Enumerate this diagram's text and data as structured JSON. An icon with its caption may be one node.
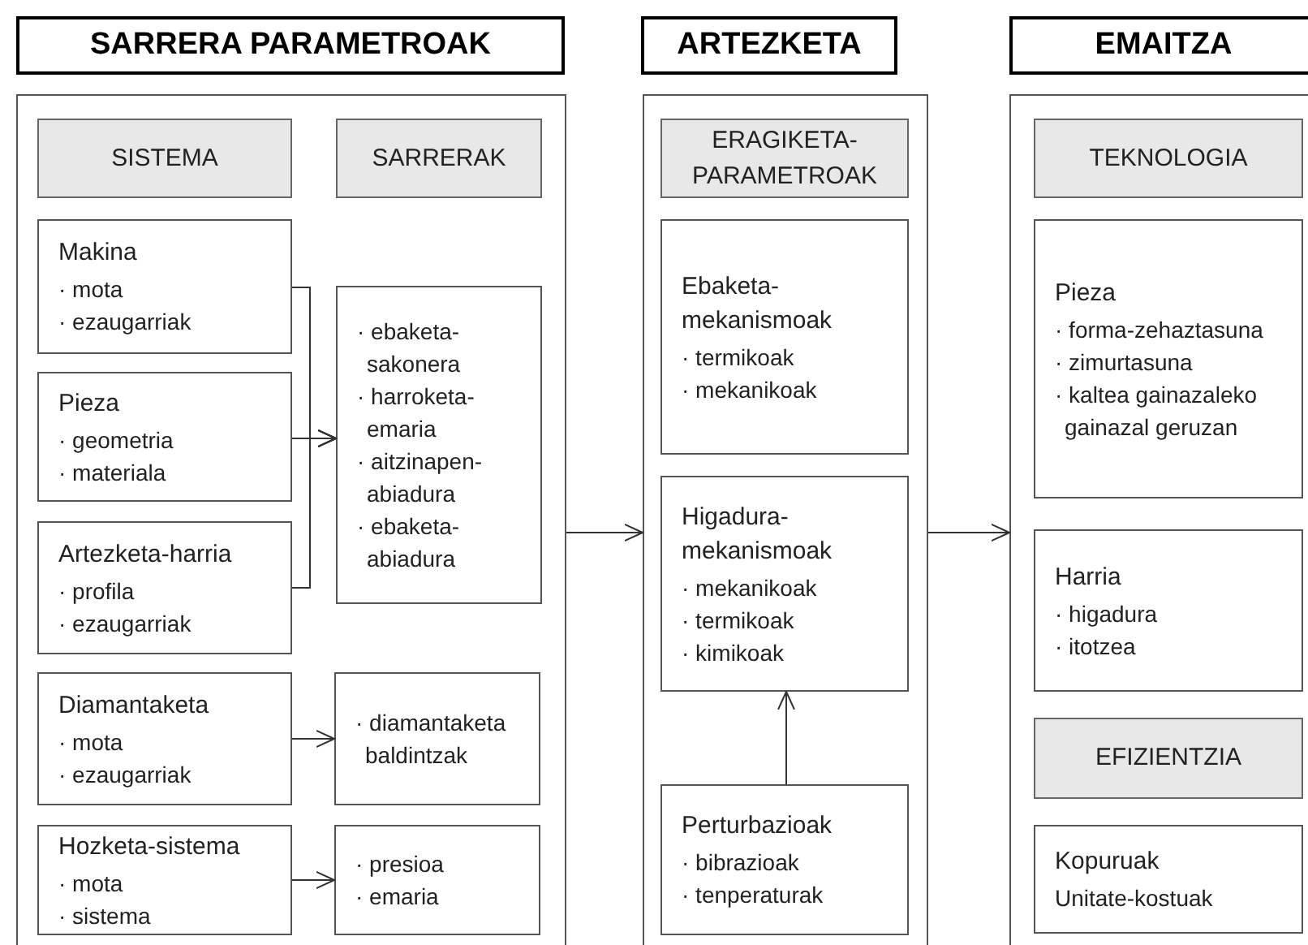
{
  "diagram": {
    "nodes": [
      {
        "text": [
          "SARRERA PARAMETROAK"
        ]
      },
      {
        "text": [],
        "shape": "box"
      },
      {
        "text": [
          "SISTEMA"
        ],
        "in": 1
      },
      {
        "text": [
          "SARRERAK"
        ],
        "in": 1
      },
      {
        "text": [
          "Makina",
          "· mota",
          "· ezaugarriak"
        ],
        "in": 1
      },
      {
        "text": [
          "Pieza",
          "· geometria",
          "· materiala"
        ],
        "in": 1
      },
      {
        "text": [
          "Artezketa-harria",
          "· profila",
          "· ezaugarriak"
        ],
        "in": 1
      },
      {
        "text": [
          "· ebaketa-sakonera",
          "· harroketa-emaria",
          "· aitzinapen-abiadura",
          "· ebaketa-abiadura"
        ],
        "in": 1
      },
      {
        "text": [
          "Diamantaketa",
          "· mota",
          "· ezaugarriak"
        ],
        "in": 1
      },
      {
        "text": [
          "· diamantaketa baldintzak"
        ],
        "in": 1
      },
      {
        "text": [
          "Hozketa-sistema",
          "· mota",
          "· sistema"
        ],
        "in": 1
      },
      {
        "text": [
          "· presioa",
          "· emaria"
        ],
        "in": 1
      },
      {
        "text": [
          "ARTEZKETA"
        ]
      },
      {
        "text": [],
        "shape": "box"
      },
      {
        "text": [
          "ERAGIKETA-PARAMETROAK"
        ],
        "in": 13
      },
      {
        "text": [
          "Ebaketa-mekanismoak",
          "· termikoak",
          "· mekanikoak"
        ],
        "in": 13
      },
      {
        "text": [
          "Higadura-mekanismoak",
          "· mekanikoak",
          "· termikoak",
          "· kimikoak"
        ],
        "in": 13
      },
      {
        "text": [
          "Perturbazioak",
          "· bibrazioak",
          "· tenperaturak"
        ],
        "in": 13
      },
      {
        "text": [
          "EMAITZA"
        ]
      },
      {
        "text": [],
        "shape": "box"
      },
      {
        "text": [
          "TEKNOLOGIA"
        ],
        "in": 19
      },
      {
        "text": [
          "Pieza",
          "· forma-zehaztasuna",
          "· zimurtasuna",
          "· kaltea gainazaleko gainazal geruzan"
        ],
        "in": 19
      },
      {
        "text": [
          "Harria",
          "· higadura",
          "· itotzea"
        ],
        "in": 19
      },
      {
        "text": [
          "EFIZIENTZIA"
        ],
        "in": 19
      },
      {
        "text": [
          "Kopuruak",
          "Unitate-kostuak"
        ],
        "in": 19
      }
    ],
    "edges": [
      {
        "from": 4,
        "to": 7,
        "arrow": "to"
      },
      {
        "from": 5,
        "to": 7,
        "arrow": "to"
      },
      {
        "from": 6,
        "to": 7,
        "arrow": "to"
      },
      {
        "from": 8,
        "to": 9,
        "arrow": "to"
      },
      {
        "from": 10,
        "to": 11,
        "arrow": "to"
      },
      {
        "from": 1,
        "to": 13,
        "arrow": "to"
      },
      {
        "from": 13,
        "to": 19,
        "arrow": "to"
      },
      {
        "from": 17,
        "to": 16,
        "arrow": "to"
      }
    ]
  }
}
